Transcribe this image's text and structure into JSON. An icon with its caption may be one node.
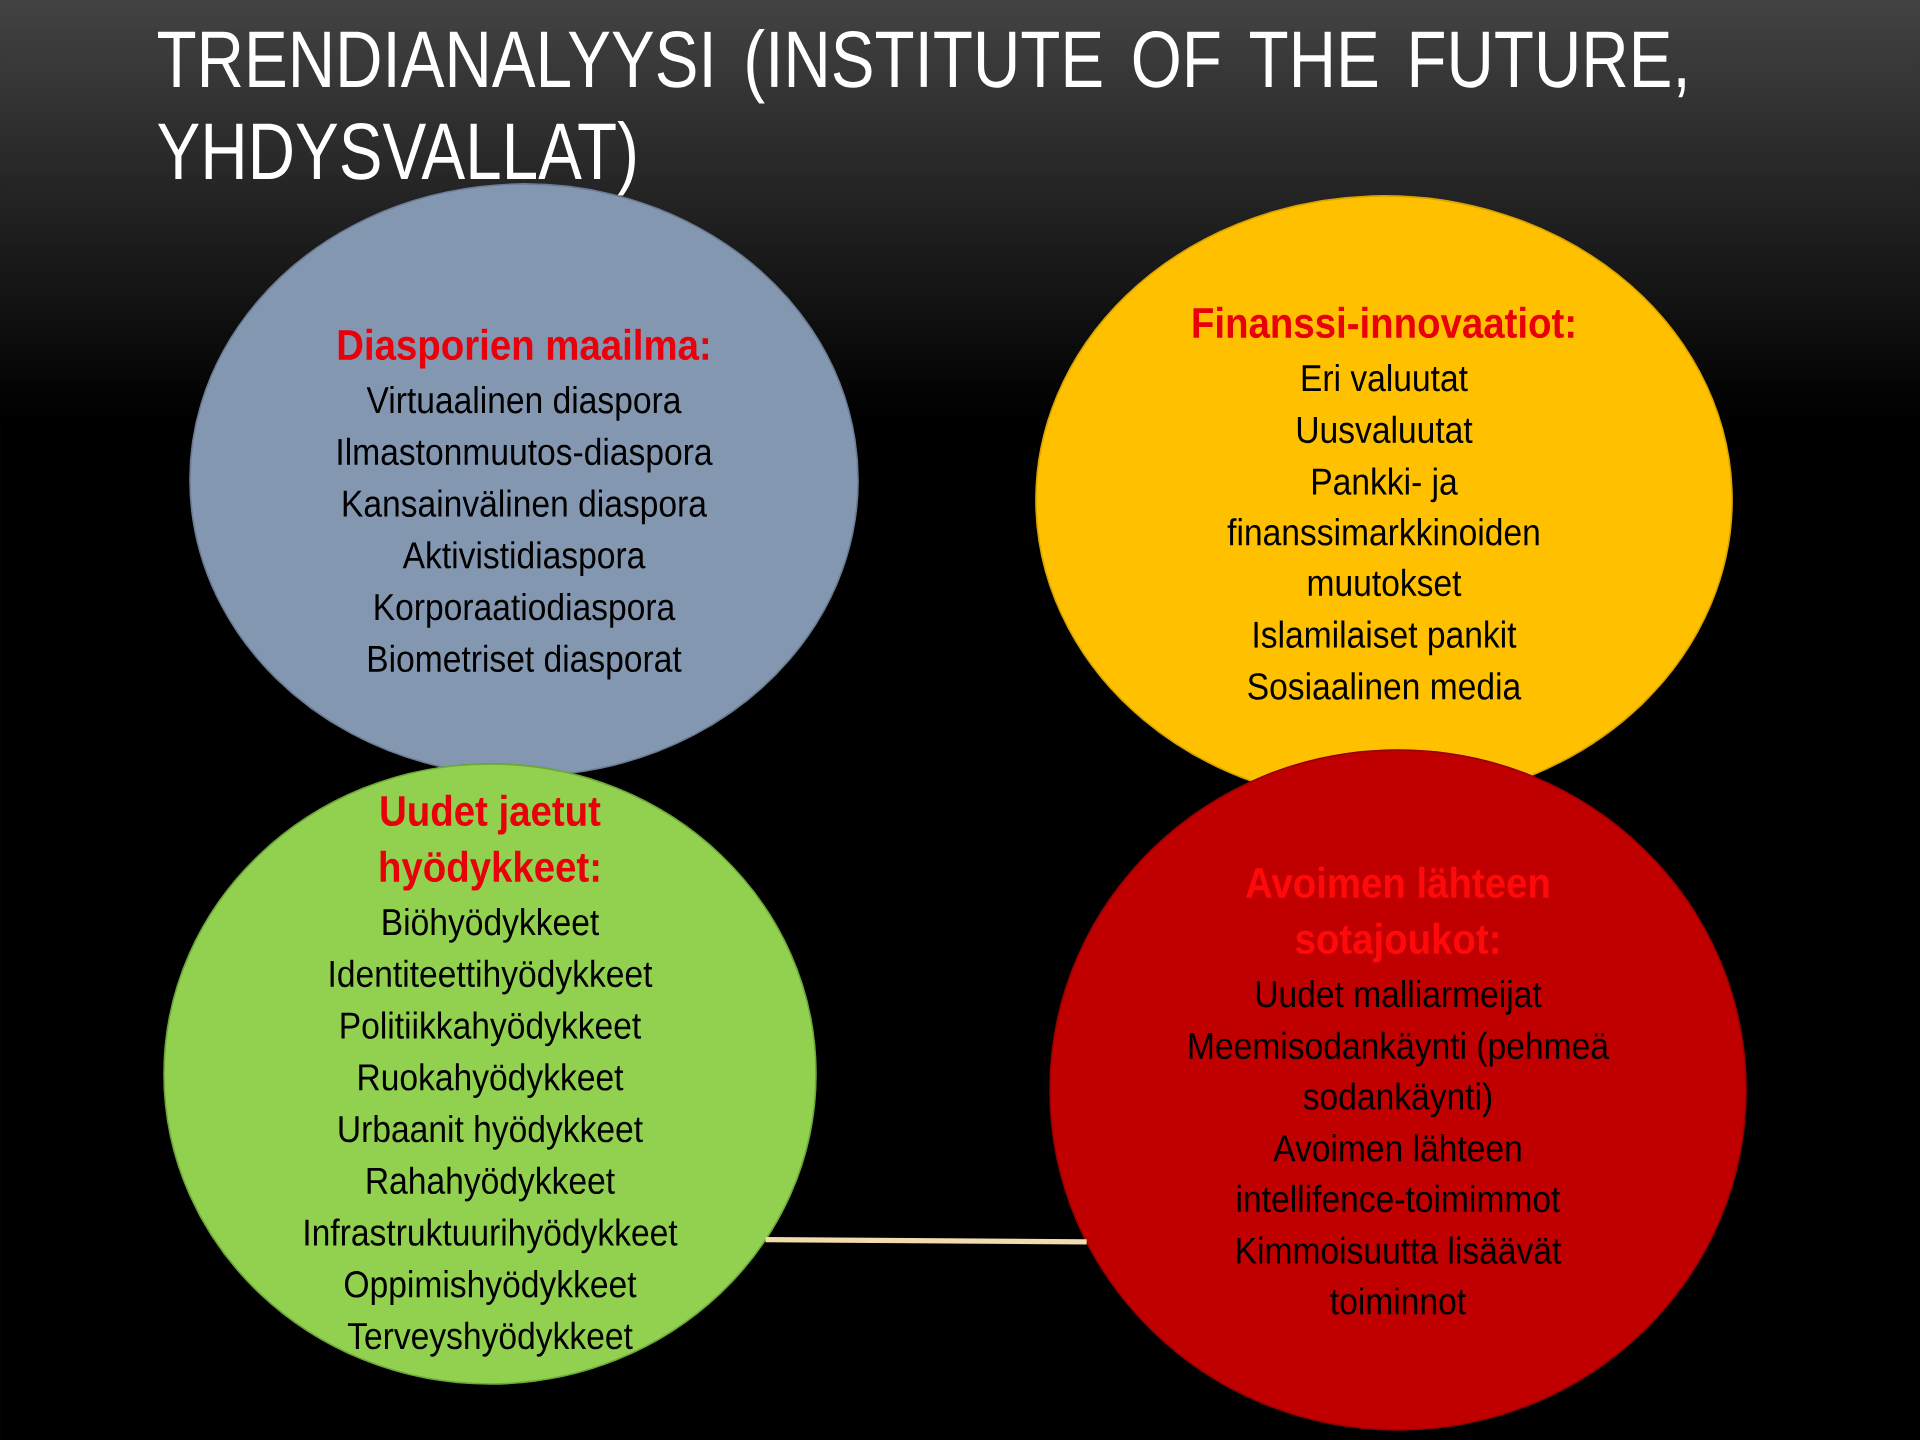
{
  "diagram": {
    "title": "TRENDIANALYYSI (INSTITUTE OF THE FUTURE, YHDYSVALLAT)",
    "nodes": [
      {
        "text": [
          "Diasporien maailma:",
          "Virtuaalinen diaspora",
          "Ilmastonmuutos-diaspora",
          "Kansainvälinen diaspora",
          "Aktivistidiaspora",
          "Korporaatiodiaspora",
          "Biometriset diasporat"
        ]
      },
      {
        "text": [
          "Finanssi-innovaatiot:",
          "Eri valuutat",
          "Uusvaluutat",
          "Pankki- ja finanssimarkkinoiden muutokset",
          "Islamilaiset pankit",
          "Sosiaalinen media"
        ]
      },
      {
        "text": [
          "Uudet jaetut hyödykkeet:",
          "Biöhyödykkeet",
          "Identiteettihyödykkeet",
          "Politiikkahyödykkeet",
          "Ruokahyödykkeet",
          "Urbaanit hyödykkeet",
          "Rahahyödykkeet",
          "Infrastruktuurihyödykkeet",
          "Oppimishyödykkeet",
          "Terveyshyödykkeet"
        ]
      },
      {
        "text": [
          "Avoimen lähteen sotajoukot:",
          "Uudet malliarmeijat",
          "Meemisodankäynti (pehmeä sodankäynti)",
          "Avoimen lähteen intellifence-toimimmot",
          "Kimmoisuutta lisäävät toiminnot"
        ]
      }
    ],
    "edges": [
      {
        "from": 2,
        "to": 3,
        "arrow": "none",
        "color": "#f2dcae"
      }
    ]
  }
}
